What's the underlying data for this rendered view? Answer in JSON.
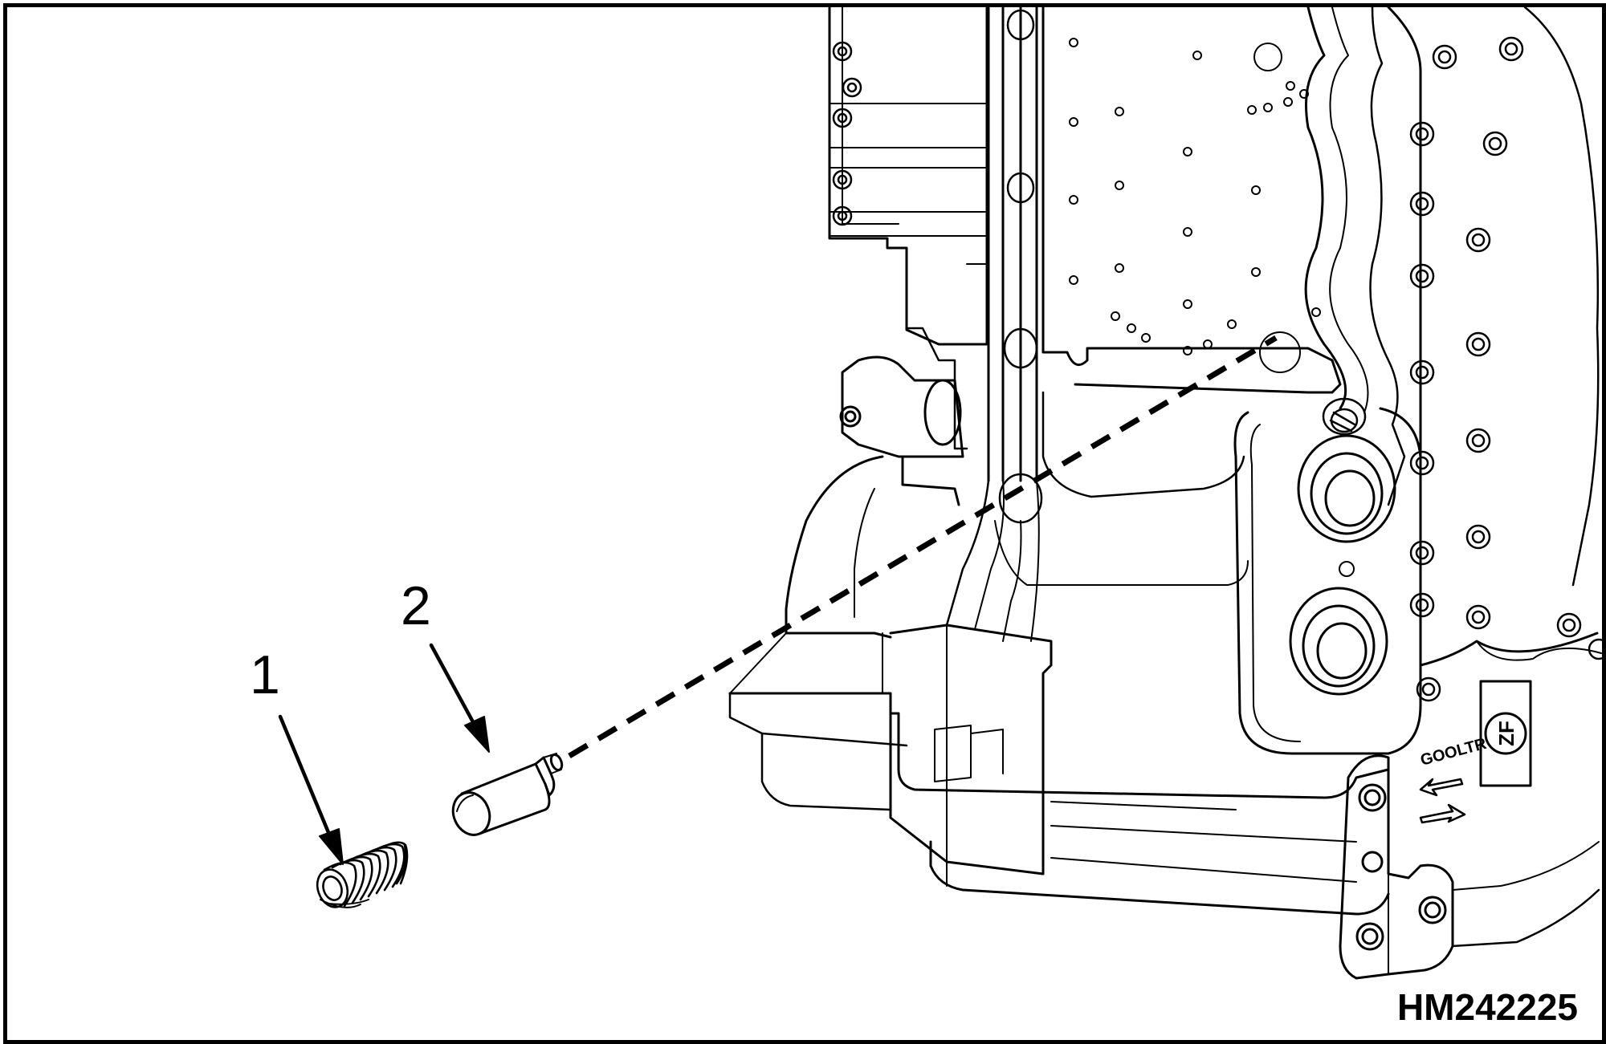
{
  "callouts": [
    {
      "label": "1",
      "part": "spring"
    },
    {
      "label": "2",
      "part": "piston"
    }
  ],
  "figure_code": "HM242225",
  "housing_markings": {
    "cast_logo": "ZF",
    "cast_text": "GOOLTR"
  },
  "colors": {
    "line": "#000000",
    "background": "#ffffff"
  }
}
